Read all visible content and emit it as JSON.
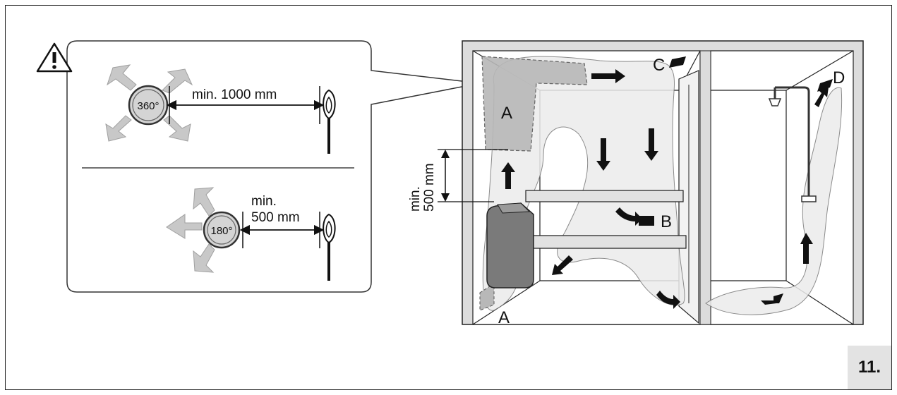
{
  "figure_number": "11.",
  "clearance": {
    "top": {
      "angle": "360°",
      "distance": "min. 1000 mm"
    },
    "bottom": {
      "angle": "180°",
      "distance_line1": "min.",
      "distance_line2": "500 mm"
    }
  },
  "sauna": {
    "vertical_min_line1": "min.",
    "vertical_min_line2": "500 mm",
    "labels": {
      "a_upper": "A",
      "a_lower": "A",
      "b": "B",
      "c": "C",
      "d": "D"
    }
  },
  "icons": [
    "warning-icon",
    "heater-360-icon",
    "heater-180-icon",
    "sensor-icon",
    "shower-icon"
  ],
  "colors": {
    "line": "#222222",
    "wall": "#dcdcdc",
    "zone": "#b8b8b8",
    "heater": "#7a7a7a",
    "flow": "#ececec"
  }
}
